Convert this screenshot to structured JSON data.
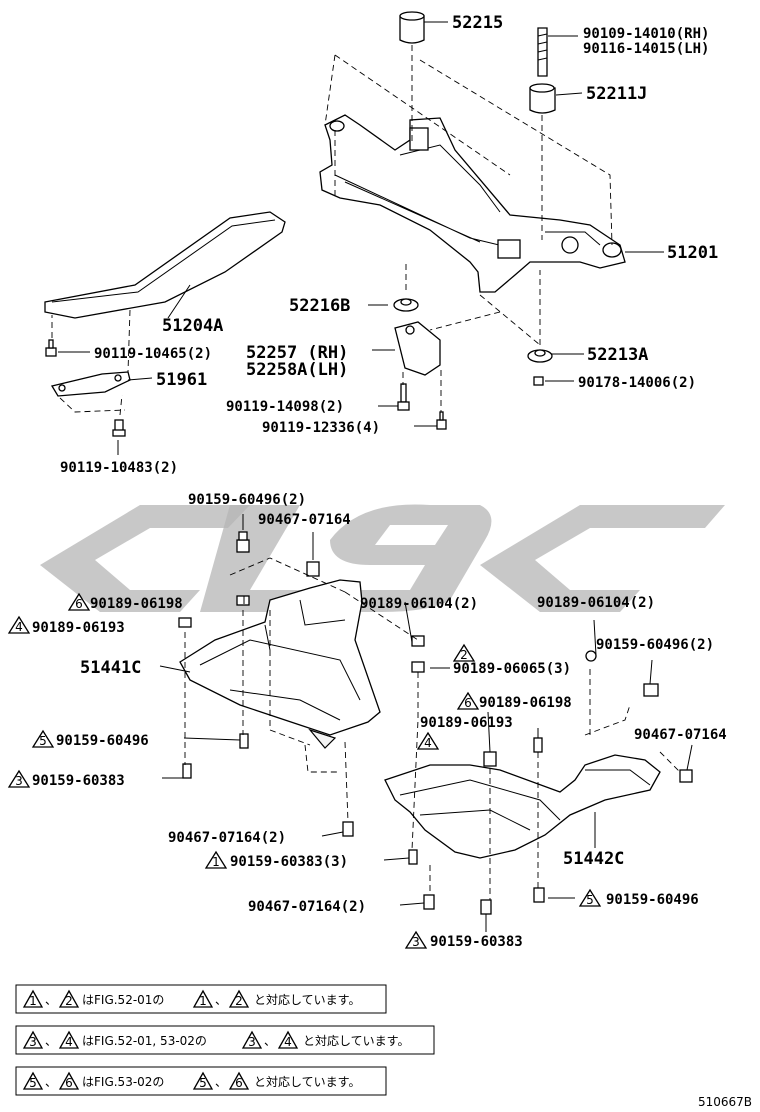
{
  "labels": {
    "p52215": "52215",
    "p90109": "90109-14010(RH)",
    "p90116": "90116-14015(LH)",
    "p52211j": "52211J",
    "p51201": "51201",
    "p51204a": "51204A",
    "p52216b": "52216B",
    "p52257": "52257 (RH)",
    "p52258a": "52258A(LH)",
    "p52213a": "52213A",
    "p90119_10465": "90119-10465(2)",
    "p51961": "51961",
    "p90178": "90178-14006(2)",
    "p90119_14098": "90119-14098(2)",
    "p90119_12336": "90119-12336(4)",
    "p90119_10483": "90119-10483(2)",
    "p90159_60496_2a": "90159-60496(2)",
    "p90467_07164_a": "90467-07164",
    "p90189_06198_a": "90189-06198",
    "p90189_06104_2a": "90189-06104(2)",
    "p90189_06104_2b": "90189-06104(2)",
    "p90189_06193_a": "90189-06193",
    "p90159_60496_2b": "90159-60496(2)",
    "p51441c": "51441C",
    "p90189_06065": "90189-06065(3)",
    "p90189_06198_b": "90189-06198",
    "p90189_06193_b": "90189-06193",
    "p90159_60496_a": "90159-60496",
    "p90467_07164_b": "90467-07164",
    "p90159_60383_a": "90159-60383",
    "p90467_07164_2a": "90467-07164(2)",
    "p90159_60383_3": "90159-60383(3)",
    "p51442c": "51442C",
    "p90467_07164_2b": "90467-07164(2)",
    "p90159_60496_b": "90159-60496",
    "p90159_60383_b": "90159-60383"
  },
  "triangles": {
    "t6a": "6",
    "t4a": "4",
    "t2": "2",
    "t6b": "6",
    "t4b": "4",
    "t5a": "5",
    "t3a": "3",
    "t1": "1",
    "t5b": "5",
    "t3b": "3"
  },
  "notes": {
    "n1": {
      "t1": "1",
      "t2": "2",
      "mid": "はFIG.52-01の",
      "t3": "1",
      "t4": "2",
      "end": "と対応しています。",
      "sep": "、"
    },
    "n2": {
      "t1": "3",
      "t2": "4",
      "mid": "はFIG.52-01, 53-02の",
      "t3": "3",
      "t4": "4",
      "end": "と対応しています。",
      "sep": "、"
    },
    "n3": {
      "t1": "5",
      "t2": "6",
      "mid": "はFIG.53-02の",
      "t3": "5",
      "t4": "6",
      "end": "と対応しています。",
      "sep": "、"
    }
  },
  "figure_code": "510667B"
}
